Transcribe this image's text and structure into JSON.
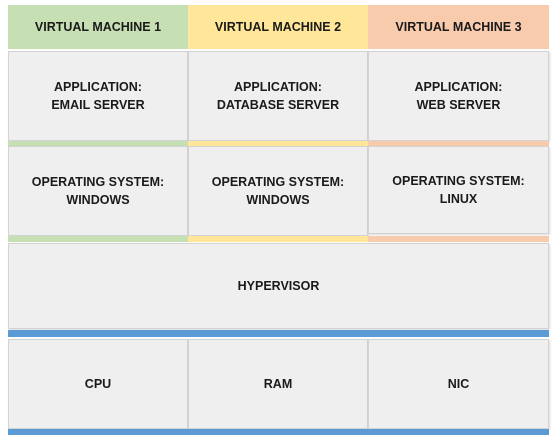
{
  "colors": {
    "vm1": "#c6e0b4",
    "vm2": "#ffe699",
    "vm3": "#f8cbad",
    "panel": "#efefef",
    "bus": "#5b9bd5"
  },
  "vms": [
    {
      "header": "VIRTUAL MACHINE 1",
      "application": "APPLICATION:\nEMAIL SERVER",
      "os": "OPERATING SYSTEM:\nWINDOWS"
    },
    {
      "header": "VIRTUAL MACHINE 2",
      "application": "APPLICATION:\nDATABASE SERVER",
      "os": "OPERATING SYSTEM:\nWINDOWS"
    },
    {
      "header": "VIRTUAL MACHINE 3",
      "application": "APPLICATION:\nWEB SERVER",
      "os": "OPERATING SYSTEM:\nLINUX"
    }
  ],
  "hypervisor": "HYPERVISOR",
  "hardware": [
    "CPU",
    "RAM",
    "NIC"
  ]
}
